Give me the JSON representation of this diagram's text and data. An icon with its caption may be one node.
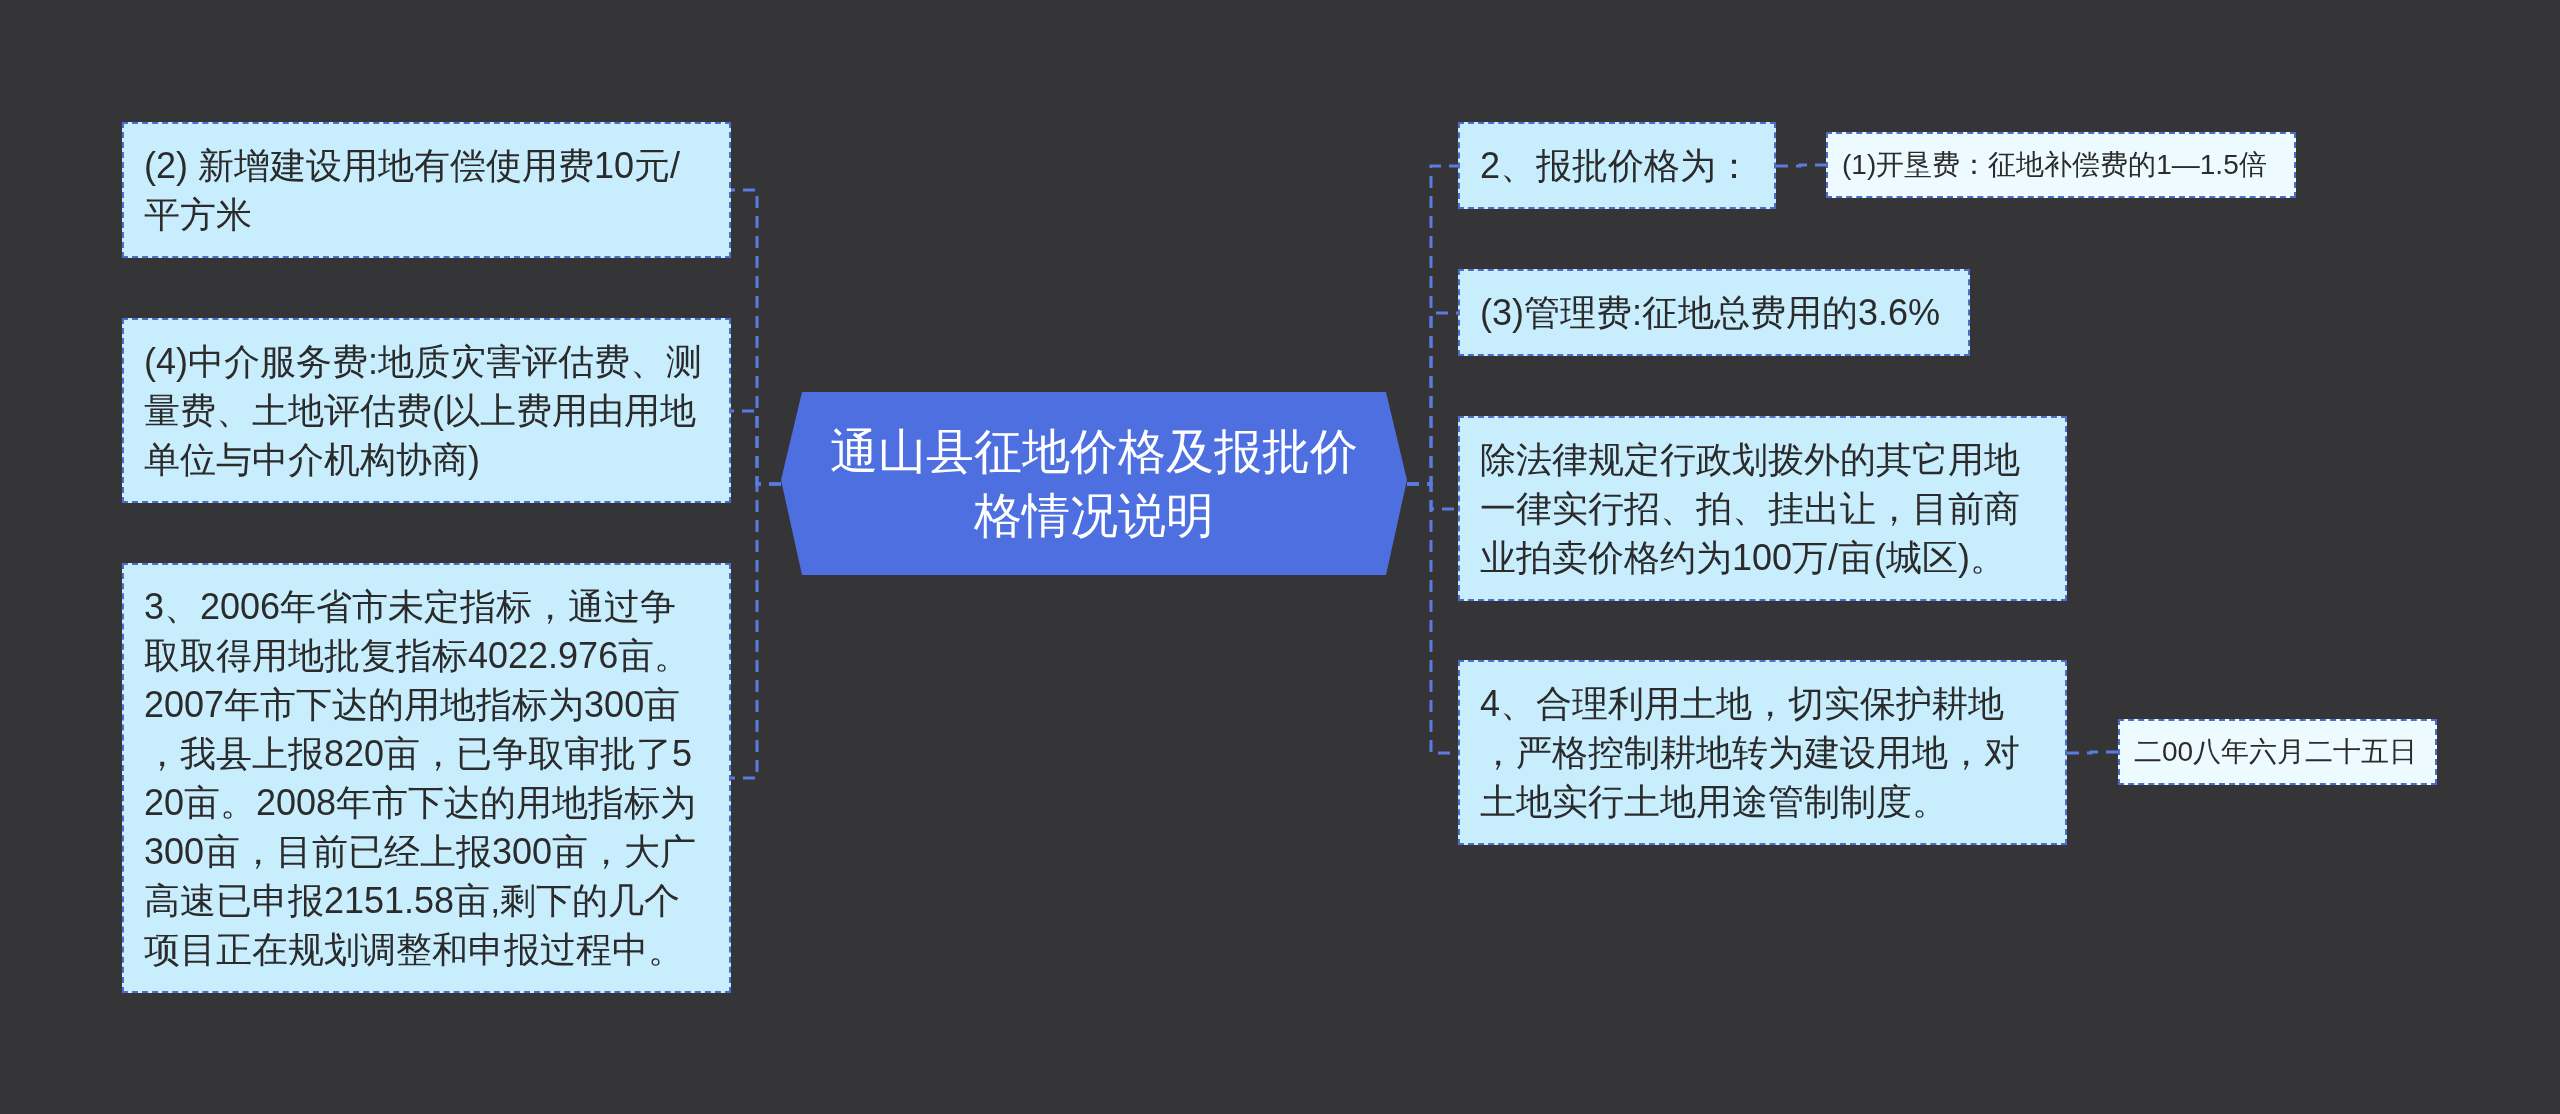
{
  "diagram": {
    "nodes": [
      {
        "text": [
          "通山县征地价格及报批价格情况说明"
        ]
      },
      {
        "text": [
          "(2) 新增建设用地有偿使用费10元/平方米"
        ]
      },
      {
        "text": [
          "(4)中介服务费:地质灾害评估费、测量费、土地评估费(以上费用由用地单位与中介机构协商)"
        ]
      },
      {
        "text": [
          "3、2006年省市未定指标，通过争取取得用地批复指标4022.976亩。2007年市下达的用地指标为300亩，我县上报820亩，已争取审批了520亩。2008年市下达的用地指标为300亩，目前已经上报300亩，大广高速已申报2151.58亩,剩下的几个项目正在规划调整和申报过程中。"
        ]
      },
      {
        "text": [
          "2、报批价格为："
        ]
      },
      {
        "text": [
          "(1)开垦费：征地补偿费的1—1.5倍"
        ]
      },
      {
        "text": [
          "(3)管理费:征地总费用的3.6%"
        ]
      },
      {
        "text": [
          "除法律规定行政划拨外的其它用地一律实行招、拍、挂出让，目前商业拍卖价格约为100万/亩(城区)。"
        ]
      },
      {
        "text": [
          "4、合理利用土地，切实保护耕地，严格控制耕地转为建设用地，对土地实行土地用途管制制度。"
        ]
      },
      {
        "text": [
          "二00八年六月二十五日"
        ]
      }
    ],
    "edges": [
      {
        "from": 0,
        "to": 1,
        "arrow": "none",
        "style": "dashed"
      },
      {
        "from": 0,
        "to": 2,
        "arrow": "none",
        "style": "dashed"
      },
      {
        "from": 0,
        "to": 3,
        "arrow": "none",
        "style": "dashed"
      },
      {
        "from": 0,
        "to": 4,
        "arrow": "none",
        "style": "dashed"
      },
      {
        "from": 4,
        "to": 5,
        "arrow": "none",
        "style": "dashed"
      },
      {
        "from": 0,
        "to": 6,
        "arrow": "none",
        "style": "dashed"
      },
      {
        "from": 0,
        "to": 7,
        "arrow": "none",
        "style": "dashed"
      },
      {
        "from": 0,
        "to": 8,
        "arrow": "none",
        "style": "dashed"
      },
      {
        "from": 8,
        "to": 9,
        "arrow": "none",
        "style": "dashed"
      }
    ]
  }
}
